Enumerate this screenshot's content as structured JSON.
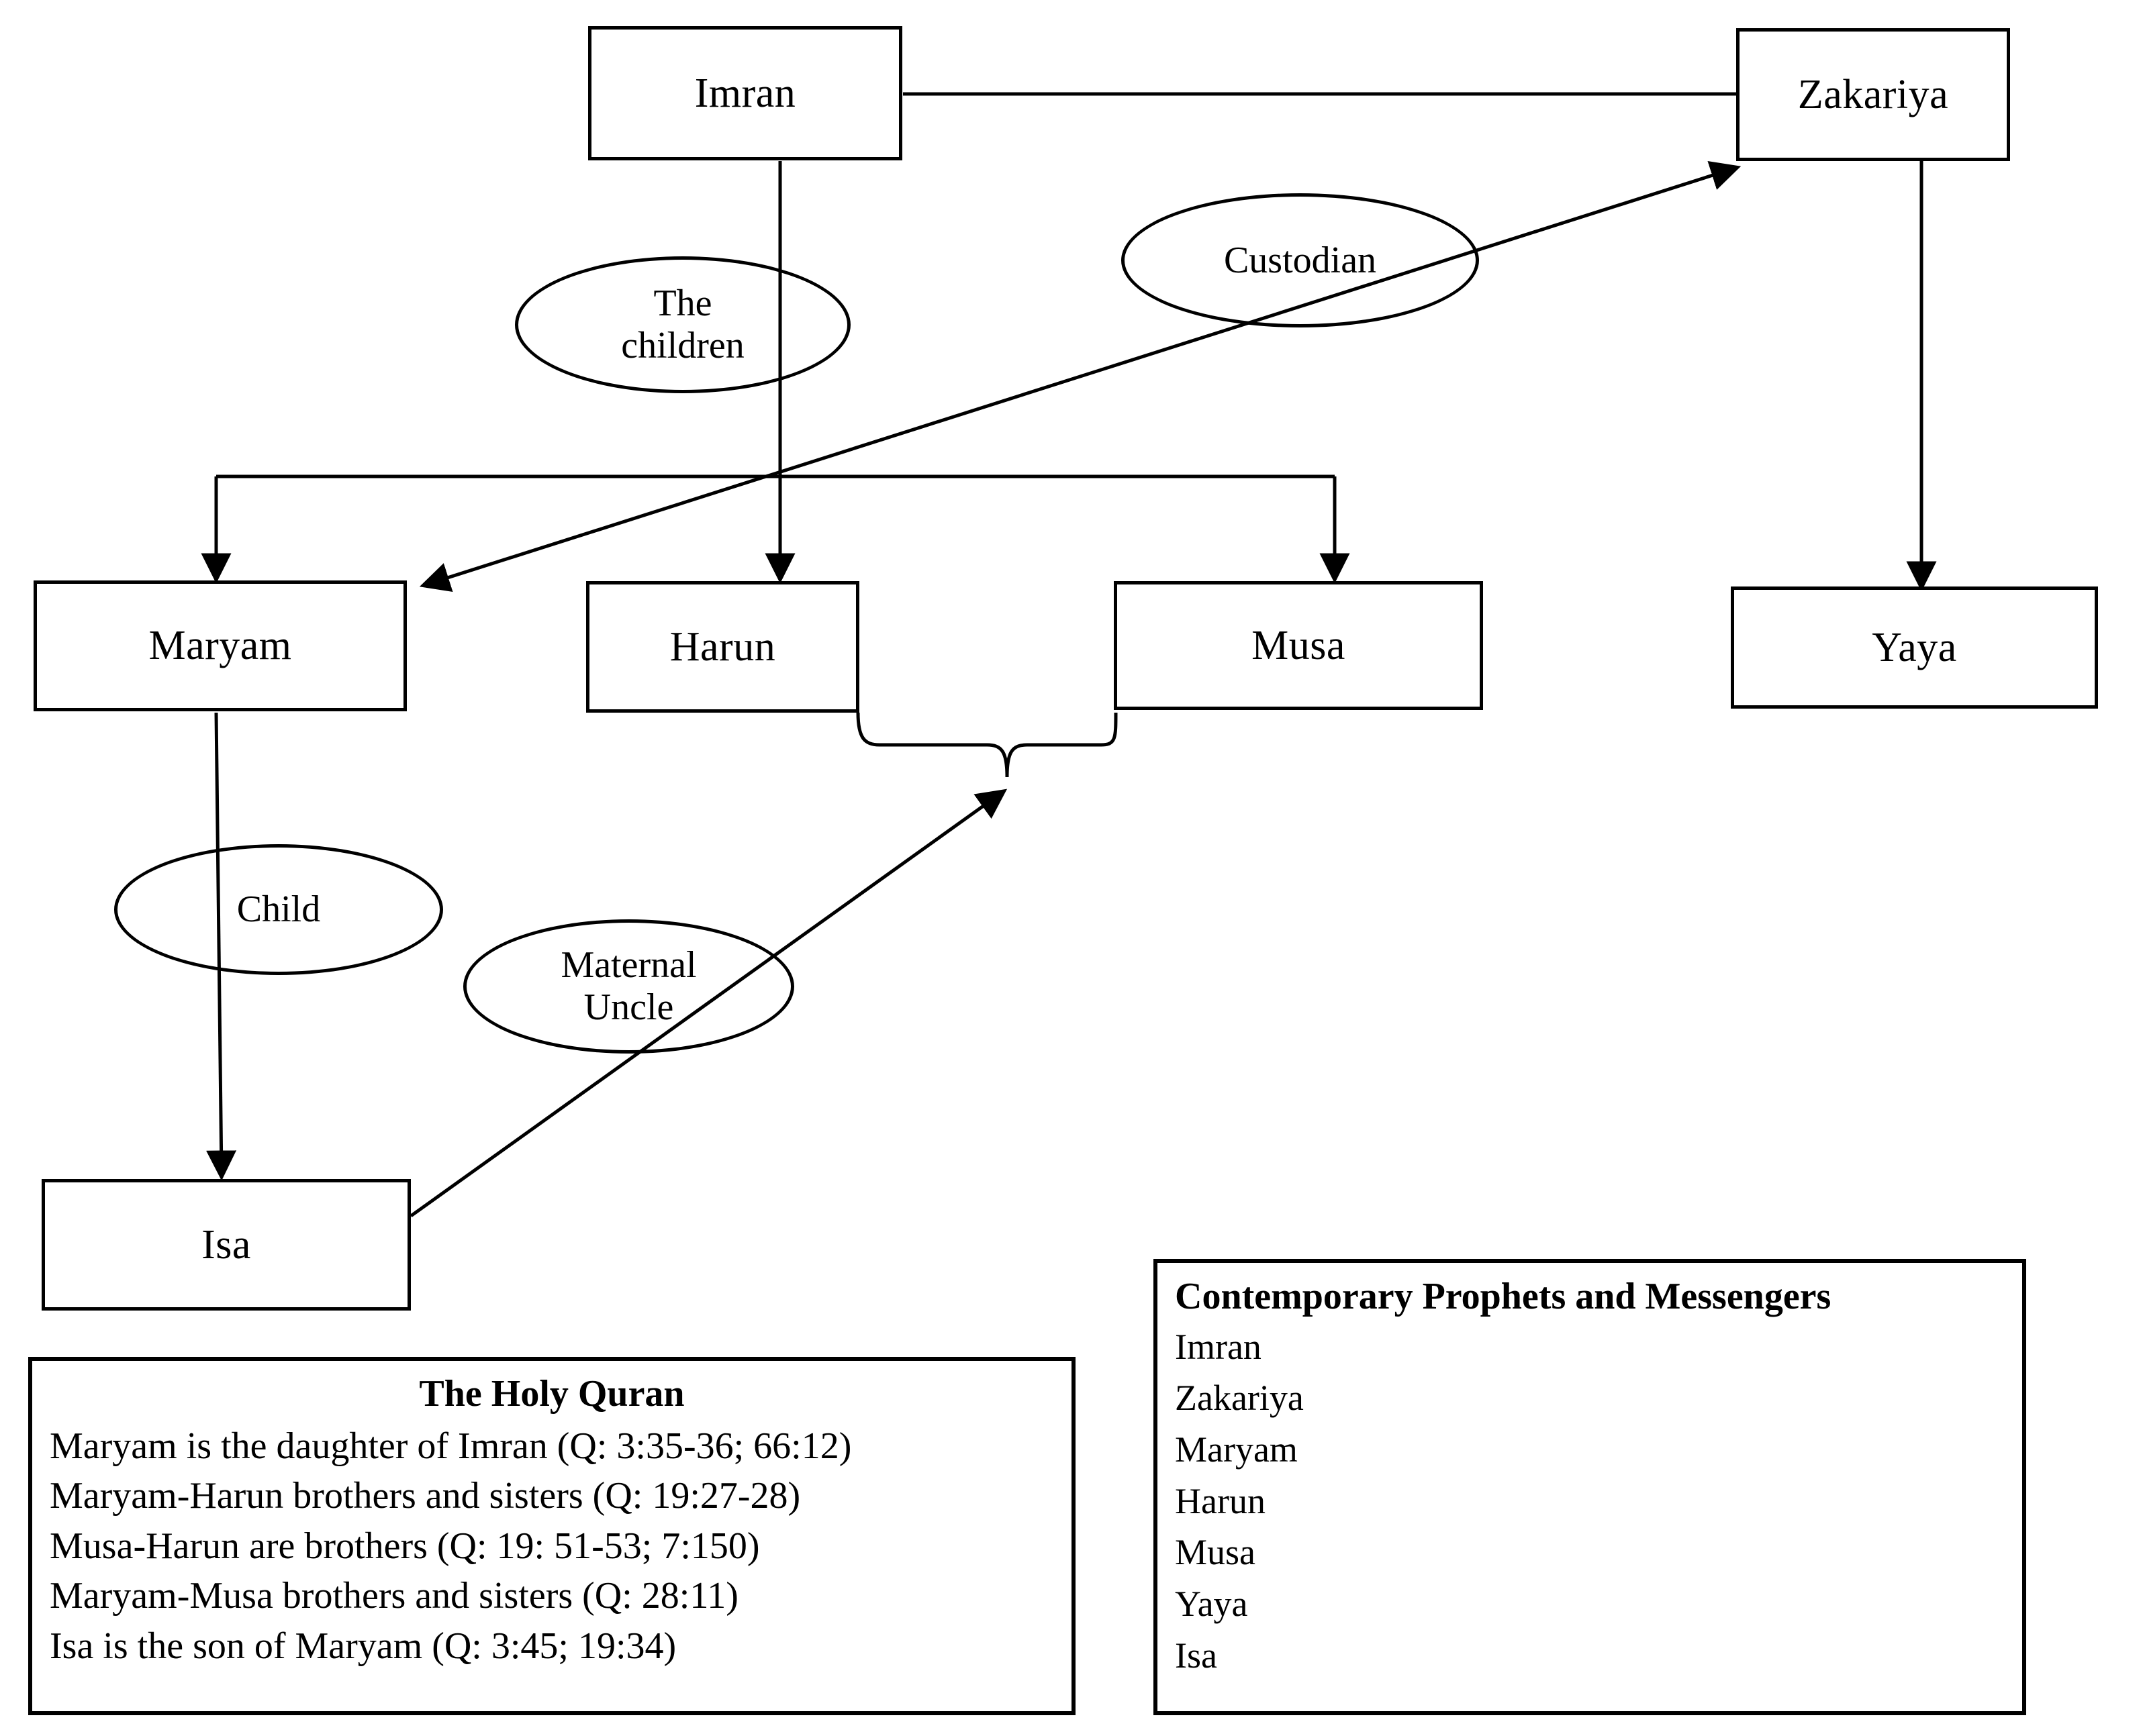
{
  "diagram": {
    "title_hidden": "",
    "nodes": [
      {
        "id": "imran",
        "label": "Imran"
      },
      {
        "id": "zakariya",
        "label": "Zakariya"
      },
      {
        "id": "maryam",
        "label": "Maryam"
      },
      {
        "id": "harun",
        "label": "Harun"
      },
      {
        "id": "musa",
        "label": "Musa"
      },
      {
        "id": "yaya",
        "label": "Yaya"
      },
      {
        "id": "isa",
        "label": "Isa"
      }
    ],
    "relation_labels": [
      {
        "id": "the-children",
        "line1": "The",
        "line2": "children"
      },
      {
        "id": "custodian",
        "line1": "Custodian",
        "line2": ""
      },
      {
        "id": "child",
        "line1": "Child",
        "line2": ""
      },
      {
        "id": "maternal-uncle",
        "line1": "Maternal",
        "line2": "Uncle"
      }
    ],
    "edges": [
      {
        "from": "imran",
        "to": "zakariya",
        "kind": "plain-horizontal"
      },
      {
        "from": "imran",
        "to": "maryam",
        "kind": "arrow",
        "label": "The children"
      },
      {
        "from": "imran",
        "to": "harun",
        "kind": "arrow",
        "label": "The children"
      },
      {
        "from": "imran",
        "to": "musa",
        "kind": "arrow",
        "label": "The children"
      },
      {
        "from": "zakariya",
        "to": "maryam",
        "kind": "arrow",
        "label": "Custodian"
      },
      {
        "from": "zakariya",
        "to": "yaya",
        "kind": "arrow"
      },
      {
        "from": "maryam",
        "to": "isa",
        "kind": "arrow",
        "label": "Child"
      },
      {
        "from": "isa",
        "to": "harun-musa-brace",
        "kind": "arrow",
        "label": "Maternal Uncle"
      }
    ]
  },
  "quran_panel": {
    "title": "The Holy Quran",
    "lines": [
      "Maryam is the daughter of Imran (Q: 3:35-36;  66:12)",
      "Maryam-Harun brothers and sisters (Q: 19:27-28)",
      "Musa-Harun are brothers (Q: 19: 51-53; 7:150)",
      "Maryam-Musa brothers and sisters (Q: 28:11)",
      "Isa is the son of Maryam (Q: 3:45; 19:34)"
    ]
  },
  "prophets_panel": {
    "title": "Contemporary Prophets and Messengers",
    "items": [
      "Imran",
      "Zakariya",
      "Maryam",
      "Harun",
      "Musa",
      "Yaya",
      "Isa"
    ]
  },
  "colors": {
    "stroke": "#000000",
    "background": "#ffffff",
    "text": "#000000"
  }
}
